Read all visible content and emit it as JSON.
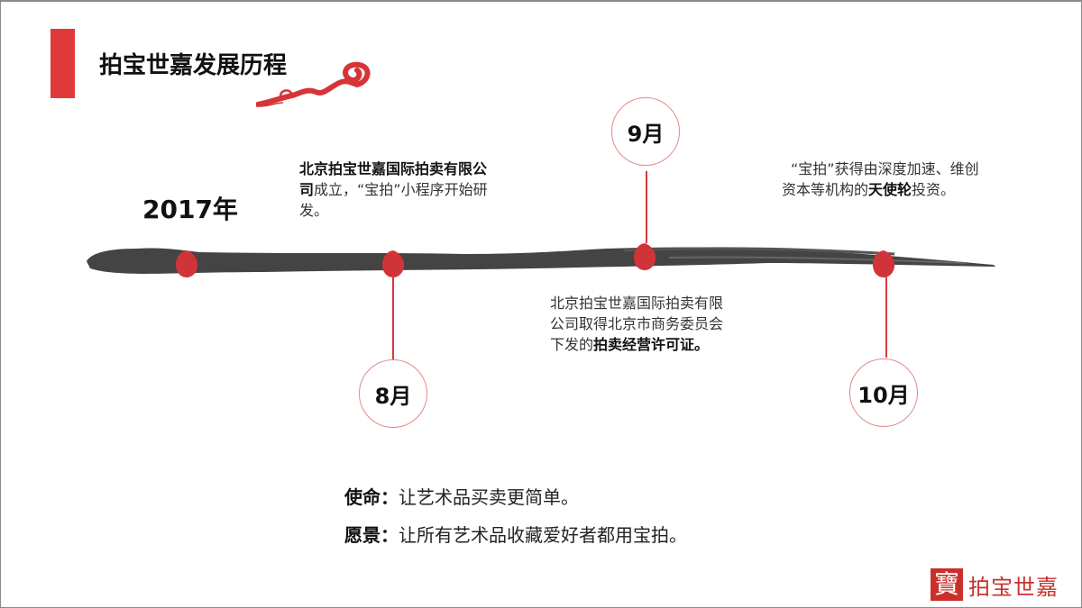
{
  "header": {
    "title": "拍宝世嘉发展历程",
    "accent_color": "#e0393a"
  },
  "timeline": {
    "year": "2017年",
    "events": [
      {
        "month": "8月",
        "desc_bold": "北京拍宝世嘉国际拍卖有限公司",
        "desc_rest": "成立，“宝拍”小程序开始研发。"
      },
      {
        "month": "9月",
        "desc_lead": "北京拍宝世嘉国际拍卖有限公司取得北京市商务委员会下发的",
        "desc_bold": "拍卖经营许可证。"
      },
      {
        "month": "10月",
        "desc_lead": "“宝拍”获得由深度加速、维创资本等机构的",
        "desc_bold": "天使轮",
        "desc_rest": "投资。"
      }
    ]
  },
  "statements": {
    "mission_label": "使命：",
    "mission_text": "让艺术品买卖更简单。",
    "vision_label": "愿景：",
    "vision_text": "让所有艺术品收藏爱好者都用宝拍。"
  },
  "brand": {
    "mark": "寶",
    "name": "拍宝世嘉",
    "color": "#c9302c"
  }
}
